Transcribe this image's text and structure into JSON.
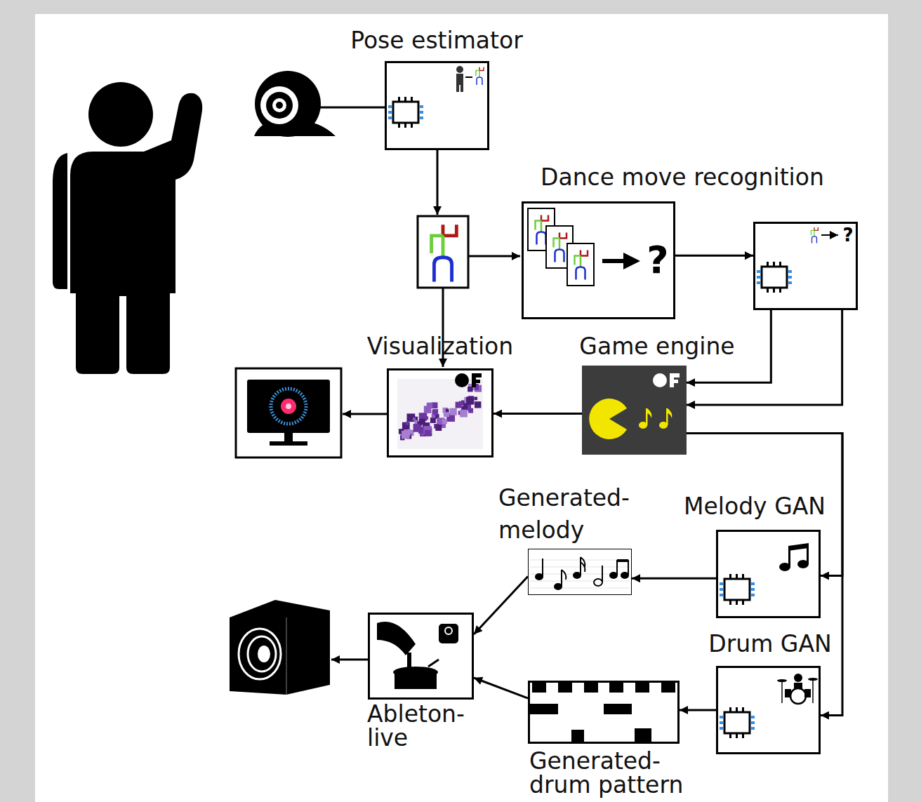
{
  "diagram": {
    "nodes": [
      {
        "text": [
          "Pose estimator",
          "AI"
        ]
      },
      {
        "text": [
          "Dance move recognition",
          "?"
        ]
      },
      {
        "text": [
          "?",
          "AI"
        ]
      },
      {
        "text": [
          "Visualization"
        ]
      },
      {
        "text": [
          "Game engine"
        ]
      },
      {
        "text": [
          "Generated- melody"
        ]
      },
      {
        "text": [
          "Melody GAN",
          "AI"
        ]
      },
      {
        "text": [
          "Ableton- live",
          "live"
        ]
      },
      {
        "text": [
          "Drum GAN",
          "AI"
        ]
      },
      {
        "text": [
          "Generated- drum pattern"
        ]
      }
    ],
    "edges": [
      {
        "from": 1,
        "to": 2,
        "arrow": "to"
      },
      {
        "from": 2,
        "to": 4,
        "arrow": "to"
      },
      {
        "from": 2,
        "to": 4,
        "arrow": "to"
      },
      {
        "from": 4,
        "to": 3,
        "arrow": "to"
      },
      {
        "from": 4,
        "to": 6,
        "arrow": "to"
      },
      {
        "from": 4,
        "to": 8,
        "arrow": "to"
      },
      {
        "from": 6,
        "to": 5,
        "arrow": "to"
      },
      {
        "from": 8,
        "to": 9,
        "arrow": "to"
      },
      {
        "from": 5,
        "to": 7,
        "arrow": "to"
      },
      {
        "from": 9,
        "to": 7,
        "arrow": "to"
      }
    ]
  }
}
